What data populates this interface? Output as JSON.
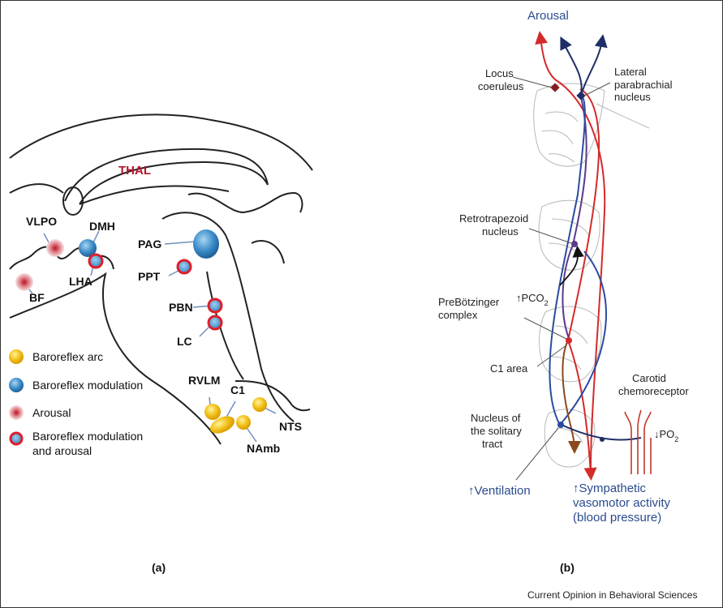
{
  "panel_a": {
    "panel_label": "(a)",
    "labels": {
      "thal": "THAL",
      "vlpo": "VLPO",
      "dmh": "DMH",
      "lha": "LHA",
      "bf": "BF",
      "pag": "PAG",
      "ppt": "PPT",
      "pbn": "PBN",
      "lc": "LC",
      "rvlm": "RVLM",
      "c1": "C1",
      "nts": "NTS",
      "namb": "NAmb"
    },
    "legend": [
      "Baroreflex arc",
      "Baroreflex modulation",
      "Arousal",
      "Baroreflex modulation",
      "and arousal"
    ],
    "colors": {
      "baroreflex_arc": "#f3c21a",
      "baroreflex_modulation": "#3c8cc8",
      "arousal": "#c01020",
      "modulation_and_arousal_ring": "#e01d2a",
      "thal_label": "#b8142a"
    }
  },
  "panel_b": {
    "panel_label": "(b)",
    "labels": {
      "arousal": "Arousal",
      "locus_line1": "Locus",
      "locus_line2": "coeruleus",
      "pbn_line1": "Lateral",
      "pbn_line2": "parabrachial",
      "pbn_line3": "nucleus",
      "rtn_line1": "Retrotrapezoid",
      "rtn_line2": "nucleus",
      "pco2_arrow": "↑",
      "pco2_text": "PCO",
      "pco2_sub": "2",
      "prebotc_line1": "PreBötzinger",
      "prebotc_line2": "complex",
      "c1_area": "C1 area",
      "carotid_line1": "Carotid",
      "carotid_line2": "chemoreceptor",
      "po2_arrow": "↓",
      "po2_text": "PO",
      "po2_sub": "2",
      "nts_line1": "Nucleus of",
      "nts_line2": "the solitary",
      "nts_line3": "tract",
      "ventilation": "↑Ventilation",
      "sympathetic_line1": "↑Sympathetic",
      "sympathetic_line2": "vasomotor activity",
      "sympathetic_line3": "(blood pressure)"
    },
    "colors": {
      "sympathetic_pathway": "#d42a2a",
      "pbn_pathway": "#1f2f66",
      "rtn_pathway": "#5b3a8c",
      "nts_pathway": "#2a4ba0",
      "ventilation_pathway": "#8a4a1a",
      "outcome_text": "#2a4b8d"
    }
  },
  "credit": "Current Opinion in Behavioral Sciences"
}
